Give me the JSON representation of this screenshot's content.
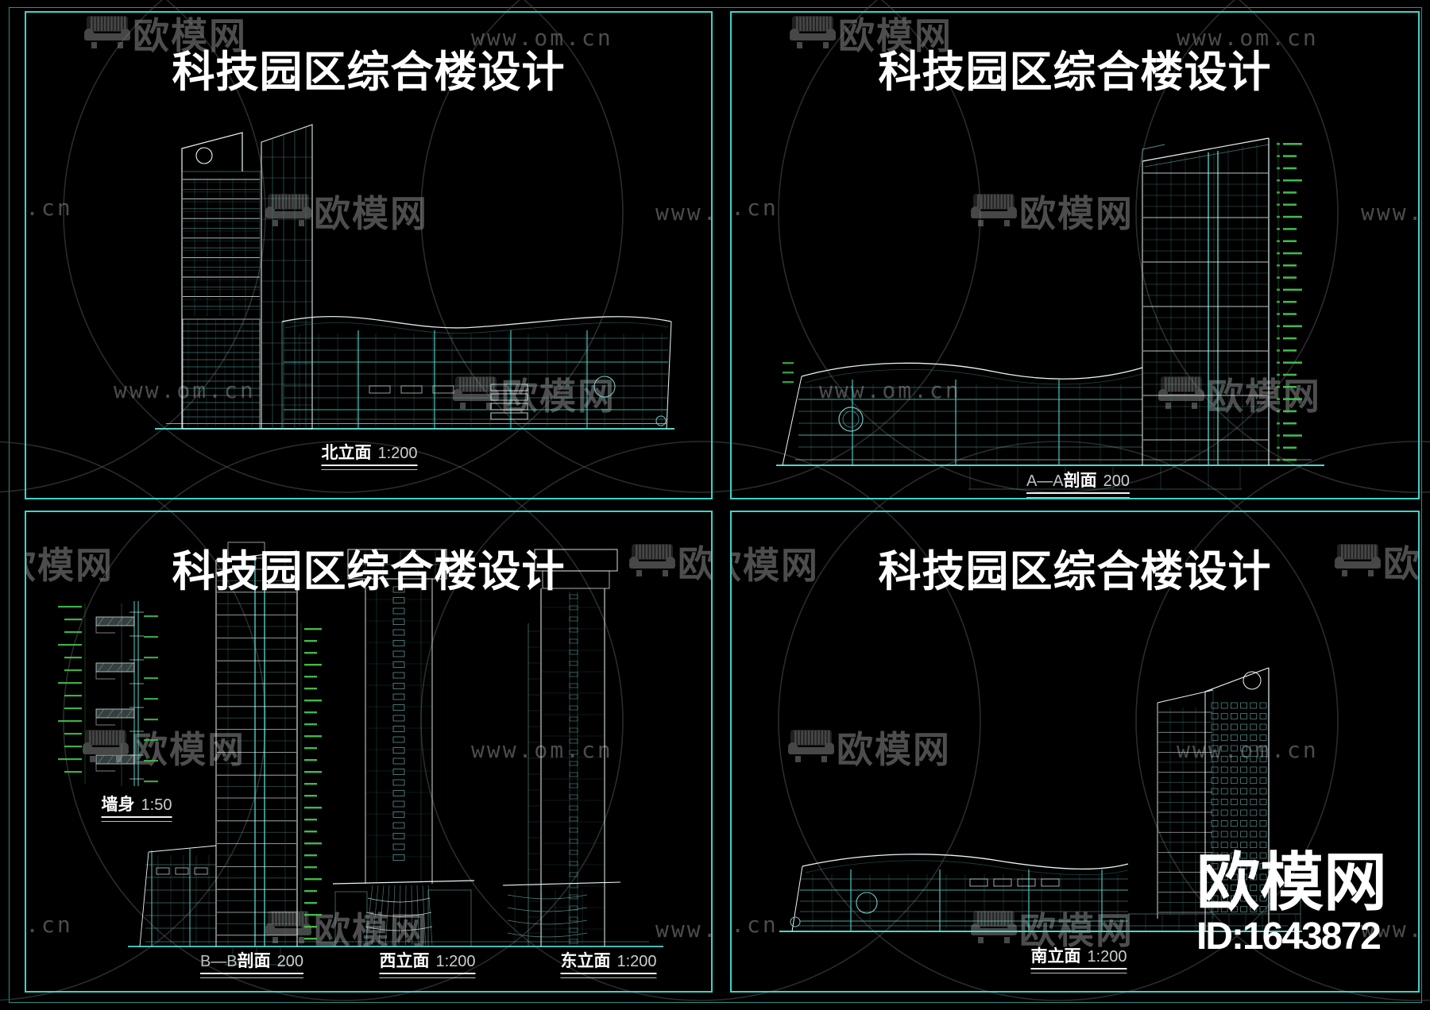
{
  "panel_title": "科技园区综合楼设计",
  "captions": {
    "north": {
      "name": "北立面",
      "scale": "1:200"
    },
    "section_aa": {
      "prefix": "A—A",
      "name": "剖面",
      "scale": "200"
    },
    "wall": {
      "name": "墙身",
      "scale": "1:50"
    },
    "section_bb": {
      "prefix": "B—B",
      "name": "剖面",
      "scale": "200"
    },
    "west": {
      "name": "西立面",
      "scale": "1:200"
    },
    "east": {
      "name": "东立面",
      "scale": "1:200"
    },
    "south": {
      "name": "南立面",
      "scale": "1:200"
    }
  },
  "watermark": {
    "logo_text": "欧模网",
    "url_text": "www.om.cn"
  },
  "brand": {
    "name": "欧模网",
    "id_label": "ID:1643872"
  },
  "colors": {
    "panel_border": "#3bd4cb",
    "outer_border": "#2a8f89",
    "line_white": "#e9f7f4",
    "line_cyan": "#4fd6cd",
    "line_mid": "#7cc4c4",
    "line_dim": "#3c7f7f",
    "dim_green": "#46c24e",
    "leader_green": "#2c6b3f",
    "ring_gray": "#4f4f4f",
    "watermark_gray": "#8d8d8d",
    "title_white": "#ffffff"
  }
}
